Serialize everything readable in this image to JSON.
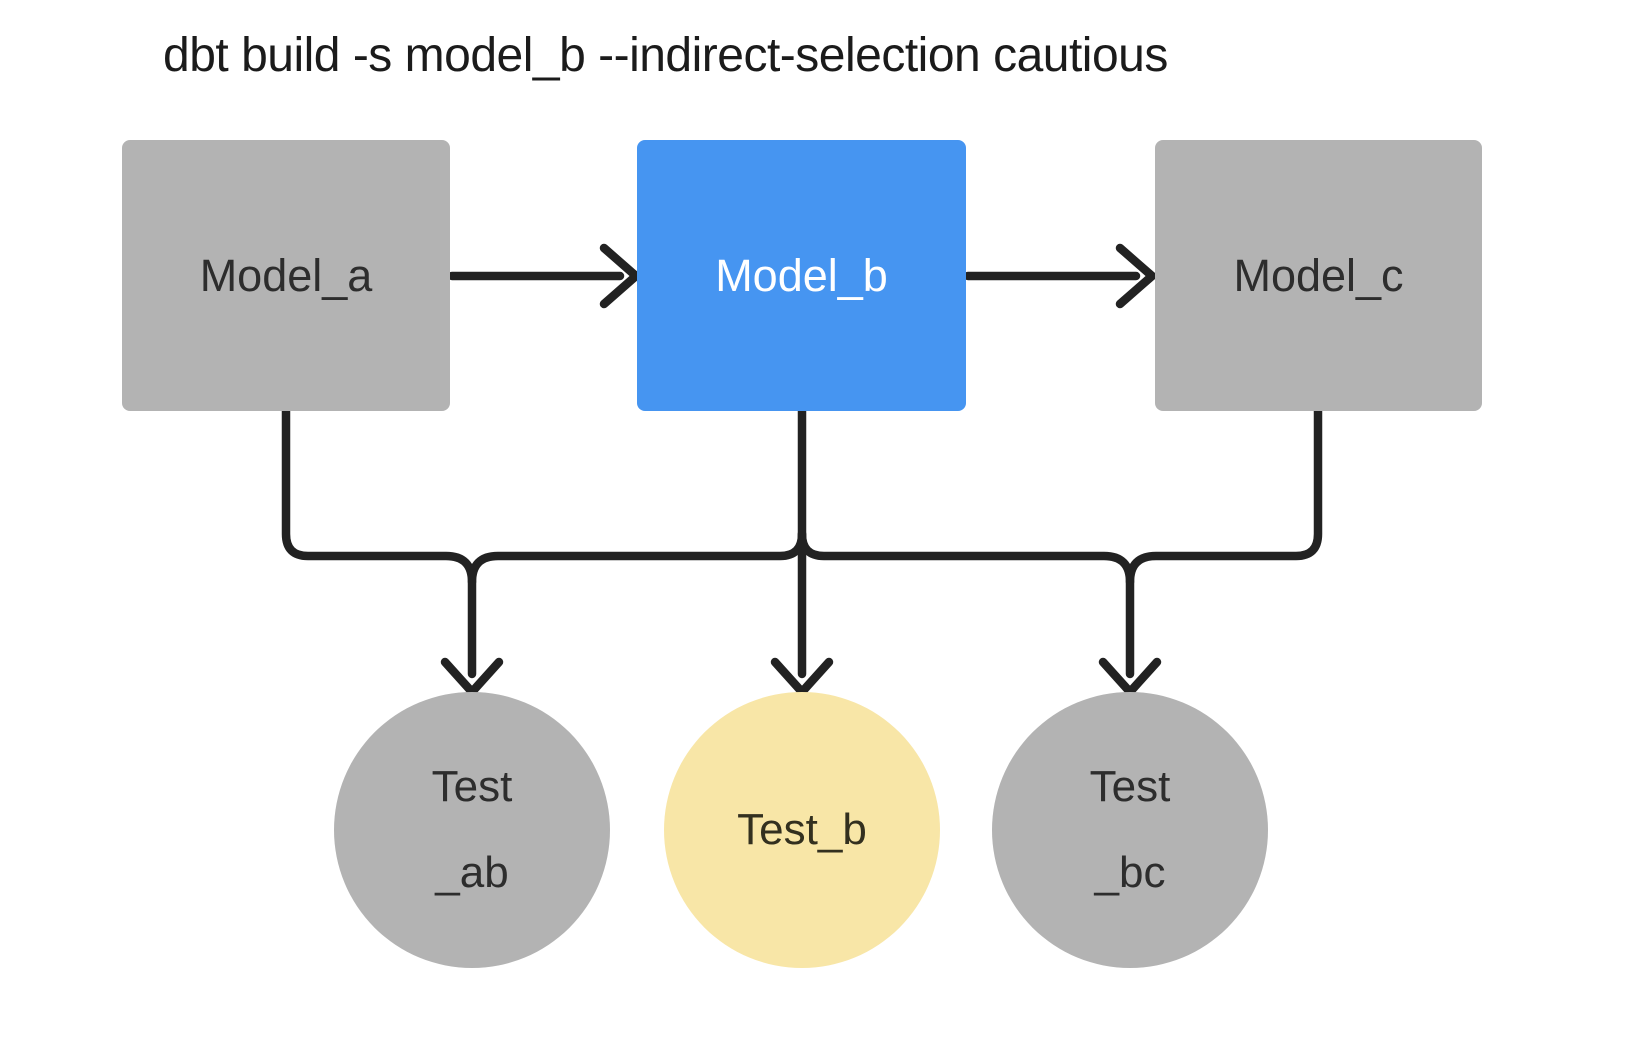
{
  "title": "dbt build -s model_b --indirect-selection cautious",
  "colors": {
    "background": "#ffffff",
    "node_gray": "#b3b3b3",
    "node_selected_blue": "#4695f1",
    "node_highlight_yellow": "#f8e6a7",
    "edge_stroke": "#222222",
    "text_dark": "#2d2d2d",
    "text_light": "#ffffff",
    "title_text": "#1b1b1b"
  },
  "nodes": {
    "model_a": {
      "label": "Model_a",
      "shape": "box",
      "color": "gray"
    },
    "model_b": {
      "label": "Model_b",
      "shape": "box",
      "color": "blue"
    },
    "model_c": {
      "label": "Model_c",
      "shape": "box",
      "color": "gray"
    },
    "test_ab": {
      "label": "Test\n_ab",
      "shape": "circle",
      "color": "gray"
    },
    "test_b": {
      "label": "Test_b",
      "shape": "circle",
      "color": "yellow"
    },
    "test_bc": {
      "label": "Test\n_bc",
      "shape": "circle",
      "color": "gray"
    }
  },
  "edges": [
    {
      "from": "model_a",
      "to": "model_b"
    },
    {
      "from": "model_b",
      "to": "model_c"
    },
    {
      "from": "model_a",
      "to": "test_ab"
    },
    {
      "from": "model_b",
      "to": "test_ab"
    },
    {
      "from": "model_b",
      "to": "test_b"
    },
    {
      "from": "model_b",
      "to": "test_bc"
    },
    {
      "from": "model_c",
      "to": "test_bc"
    }
  ]
}
